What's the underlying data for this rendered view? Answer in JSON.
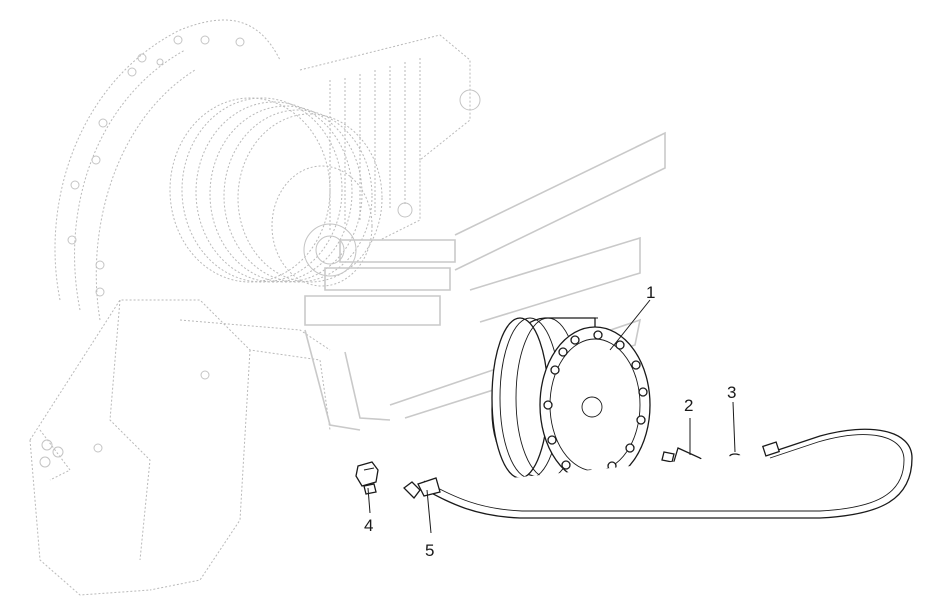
{
  "diagram": {
    "callouts": [
      {
        "id": "1",
        "label": "1"
      },
      {
        "id": "2",
        "label": "2"
      },
      {
        "id": "3",
        "label": "3"
      },
      {
        "id": "4",
        "label": "4"
      },
      {
        "id": "5",
        "label": "5"
      }
    ]
  },
  "colors": {
    "ink": "#1a1a1a",
    "ghost": "#b9b9b9",
    "background": "#ffffff"
  }
}
